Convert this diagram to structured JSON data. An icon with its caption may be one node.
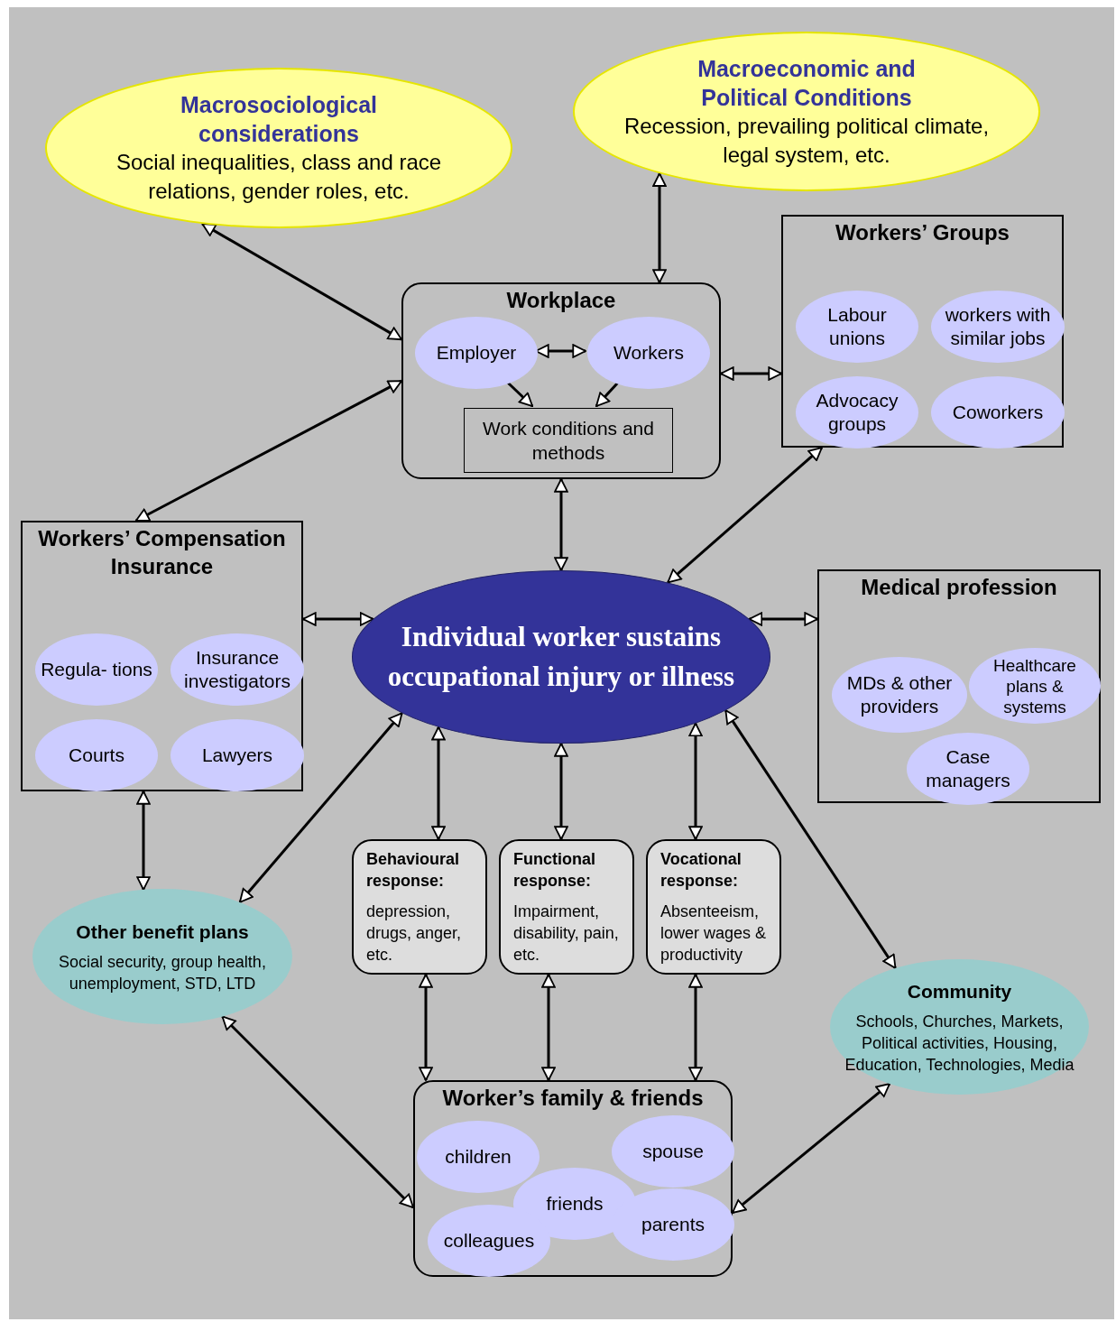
{
  "diagram": {
    "nodes": [
      {
        "text": [
          "Macrosociological considerations",
          "Social inequalities, class and race relations, gender roles, etc."
        ]
      },
      {
        "text": [
          "Macroeconomic and Political Conditions",
          "Recession, prevailing political climate, legal system, etc."
        ]
      },
      {
        "text": [
          "Workplace"
        ]
      },
      {
        "text": [
          "Employer"
        ],
        "in": 2
      },
      {
        "text": [
          "Workers"
        ],
        "in": 2
      },
      {
        "text": [
          "Work conditions and methods"
        ],
        "in": 2
      },
      {
        "text": [
          "Workers’ Groups"
        ]
      },
      {
        "text": [
          "Labour unions"
        ],
        "in": 6
      },
      {
        "text": [
          "workers with similar jobs"
        ],
        "in": 6
      },
      {
        "text": [
          "Advocacy groups"
        ],
        "in": 6
      },
      {
        "text": [
          "Coworkers"
        ],
        "in": 6
      },
      {
        "text": [
          "Workers’ Compensation Insurance"
        ]
      },
      {
        "text": [
          "Regula- tions"
        ],
        "in": 11
      },
      {
        "text": [
          "Insurance investigators"
        ],
        "in": 11
      },
      {
        "text": [
          "Courts"
        ],
        "in": 11
      },
      {
        "text": [
          "Lawyers"
        ],
        "in": 11
      },
      {
        "text": [
          "Individual worker sustains occupational injury or illness"
        ]
      },
      {
        "text": [
          "Medical profession"
        ]
      },
      {
        "text": [
          "MDs & other providers"
        ],
        "in": 17
      },
      {
        "text": [
          "Healthcare plans & systems"
        ],
        "in": 17
      },
      {
        "text": [
          "Case managers"
        ],
        "in": 17
      },
      {
        "text": [
          "Other benefit plans",
          "Social security, group health, unemployment, STD, LTD"
        ]
      },
      {
        "text": [
          "Behavioural response:",
          "depression, drugs, anger, etc."
        ]
      },
      {
        "text": [
          "Functional response:",
          "Impairment, disability, pain, etc."
        ]
      },
      {
        "text": [
          "Vocational response:",
          "Absenteeism, lower wages & productivity"
        ]
      },
      {
        "text": [
          "Community",
          "Schools, Churches, Markets, Political activities, Housing, Education, Technologies, Media"
        ]
      },
      {
        "text": [
          "Worker’s family & friends"
        ]
      },
      {
        "text": [
          "children"
        ],
        "in": 26
      },
      {
        "text": [
          "spouse"
        ],
        "in": 26
      },
      {
        "text": [
          "friends"
        ],
        "in": 26
      },
      {
        "text": [
          "colleagues"
        ],
        "in": 26
      },
      {
        "text": [
          "parents"
        ],
        "in": 26
      }
    ],
    "edges": [
      {
        "from": 0,
        "to": 2,
        "arrow": "both"
      },
      {
        "from": 1,
        "to": 2,
        "arrow": "both"
      },
      {
        "from": 2,
        "to": 11,
        "arrow": "both"
      },
      {
        "from": 3,
        "to": 4,
        "arrow": "both"
      },
      {
        "from": 3,
        "to": 5,
        "arrow": "to"
      },
      {
        "from": 4,
        "to": 5,
        "arrow": "to"
      },
      {
        "from": 2,
        "to": 6,
        "arrow": "both"
      },
      {
        "from": 2,
        "to": 16,
        "arrow": "both"
      },
      {
        "from": 6,
        "to": 16,
        "arrow": "both"
      },
      {
        "from": 11,
        "to": 16,
        "arrow": "both"
      },
      {
        "from": 17,
        "to": 16,
        "arrow": "both"
      },
      {
        "from": 11,
        "to": 21,
        "arrow": "both"
      },
      {
        "from": 21,
        "to": 16,
        "arrow": "both"
      },
      {
        "from": 16,
        "to": 22,
        "arrow": "both"
      },
      {
        "from": 16,
        "to": 23,
        "arrow": "both"
      },
      {
        "from": 16,
        "to": 24,
        "arrow": "both"
      },
      {
        "from": 16,
        "to": 25,
        "arrow": "both"
      },
      {
        "from": 22,
        "to": 26,
        "arrow": "both"
      },
      {
        "from": 23,
        "to": 26,
        "arrow": "both"
      },
      {
        "from": 24,
        "to": 26,
        "arrow": "both"
      },
      {
        "from": 21,
        "to": 26,
        "arrow": "both"
      },
      {
        "from": 25,
        "to": 26,
        "arrow": "both"
      }
    ]
  }
}
